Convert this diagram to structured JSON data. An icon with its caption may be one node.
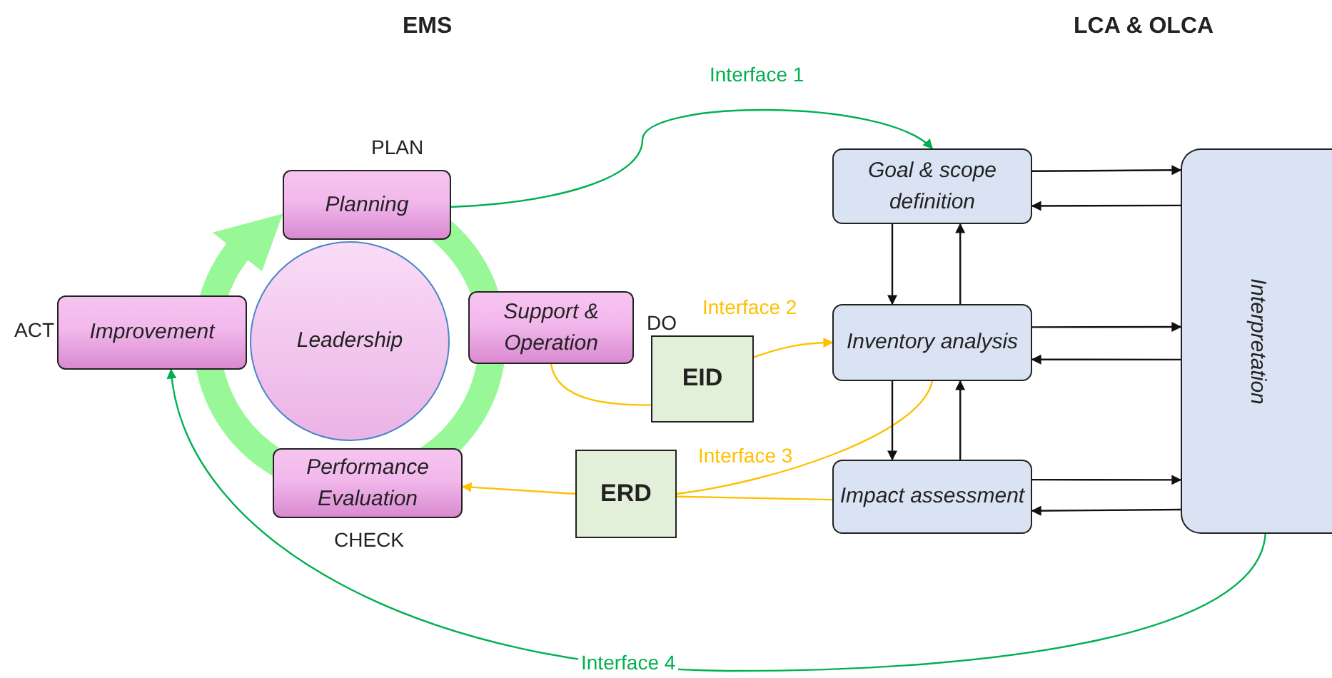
{
  "diagram": {
    "nodes": [
      {
        "text": [
          "Leadership"
        ]
      },
      {
        "text": [
          "Planning"
        ],
        "beside": [
          "PLAN"
        ]
      },
      {
        "text": [
          "Support & Operation"
        ],
        "beside": [
          "DO"
        ]
      },
      {
        "text": [
          "Performance Evaluation"
        ],
        "beside": [
          "CHECK"
        ]
      },
      {
        "text": [
          "Improvement"
        ],
        "beside": [
          "ACT"
        ]
      },
      {
        "text": [
          "EID"
        ]
      },
      {
        "text": [
          "ERD"
        ]
      },
      {
        "text": [
          "Goal & scope definition"
        ]
      },
      {
        "text": [
          "Inventory analysis"
        ]
      },
      {
        "text": [
          "Impact assessment"
        ]
      },
      {
        "text": [
          "Interpretation"
        ]
      }
    ],
    "edges": [
      {
        "from": 1,
        "to": 7,
        "arrow": "to",
        "label": "Interface 1",
        "color": "#00b050"
      },
      {
        "from": 2,
        "to": 5,
        "arrow": "none",
        "color": "#ffc000"
      },
      {
        "from": 5,
        "to": 8,
        "arrow": "to",
        "label": "Interface 2",
        "color": "#ffc000"
      },
      {
        "from": 8,
        "to": 6,
        "arrow": "none",
        "label": "Interface 3",
        "color": "#ffc000"
      },
      {
        "from": 9,
        "to": 6,
        "arrow": "none",
        "color": "#ffc000"
      },
      {
        "from": 6,
        "to": 3,
        "arrow": "to",
        "color": "#ffc000"
      },
      {
        "from": 10,
        "to": 4,
        "arrow": "to",
        "label": "Interface 4",
        "color": "#00b050"
      },
      {
        "from": 7,
        "to": 8,
        "arrow": "to"
      },
      {
        "from": 8,
        "to": 7,
        "arrow": "to"
      },
      {
        "from": 8,
        "to": 9,
        "arrow": "to"
      },
      {
        "from": 9,
        "to": 8,
        "arrow": "to"
      },
      {
        "from": 7,
        "to": 10,
        "arrow": "to"
      },
      {
        "from": 10,
        "to": 7,
        "arrow": "to"
      },
      {
        "from": 8,
        "to": 10,
        "arrow": "to"
      },
      {
        "from": 10,
        "to": 8,
        "arrow": "to"
      },
      {
        "from": 9,
        "to": 10,
        "arrow": "to"
      },
      {
        "from": 10,
        "to": 9,
        "arrow": "to"
      }
    ],
    "labels": [
      "EMS",
      "LCA & OLCA"
    ]
  }
}
